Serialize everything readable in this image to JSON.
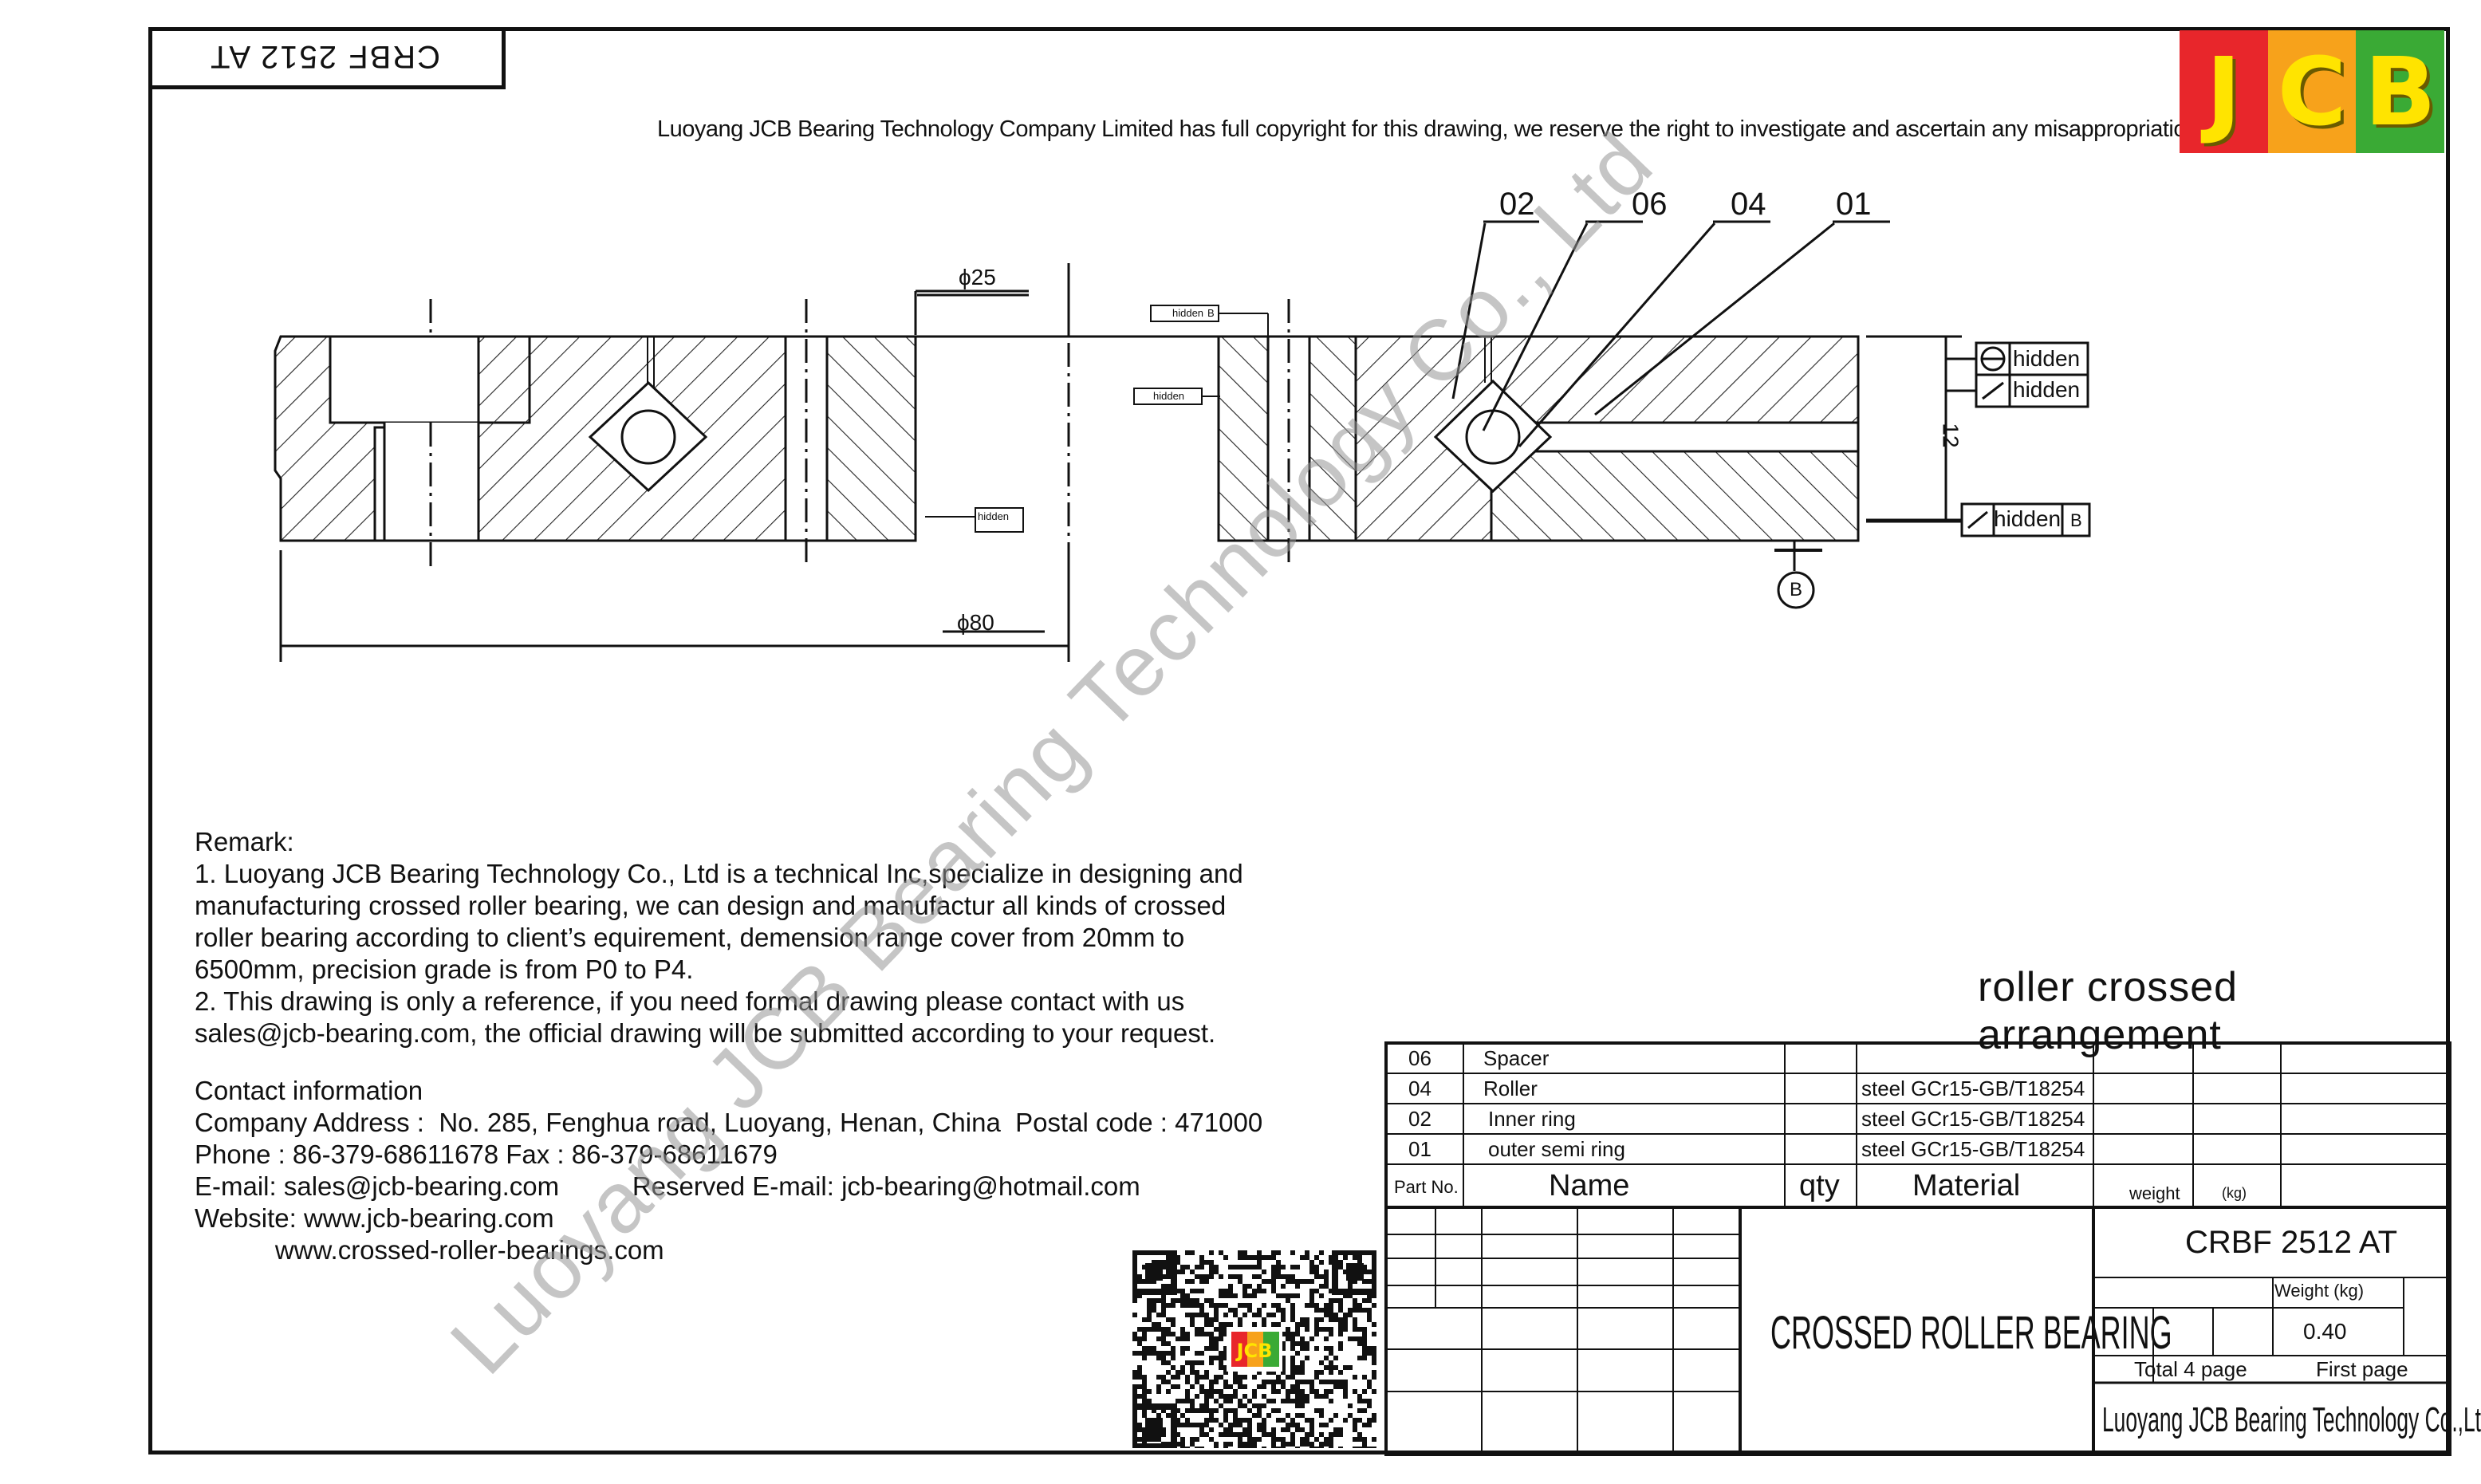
{
  "drawing": {
    "code_rotated": "CRBF 2512 AT",
    "copyright": "Luoyang JCB Bearing Technology Company Limited has full copyright for this drawing, we reserve the right to investigate and ascertain any misappropriation immorally",
    "logo": [
      "J",
      "C",
      "B"
    ],
    "logo_colors": [
      "#e8262b",
      "#f7a21b",
      "#3aaa35"
    ],
    "watermark": "Luoyang JCB Bearing Technology Co., Ltd"
  },
  "callouts": [
    "02",
    "06",
    "04",
    "01"
  ],
  "dimensions": {
    "inner_dia": "ϕ25",
    "outer_dia": "ϕ80",
    "height": "12",
    "datum": "B"
  },
  "tolerances": [
    {
      "symbol": "circle",
      "text": "hidden"
    },
    {
      "symbol": "slash",
      "text": "hidden"
    },
    {
      "symbol": "slash",
      "text": "hidden",
      "ref": "B"
    }
  ],
  "small_tolerances": [
    {
      "text": "hidden",
      "ref": "B"
    },
    {
      "text": "hidden"
    },
    {
      "text": "hidden"
    }
  ],
  "remarks": [
    "Remark:",
    "1. Luoyang JCB Bearing Technology Co., Ltd is a technical Inc,specialize in designing and",
    "manufacturing crossed roller bearing, we can design and manufactur all kinds of crossed",
    "roller bearing according to client’s equirement, demension range cover from 20mm to",
    "6500mm, precision grade is from P0 to P4.",
    "2. This drawing is only a reference, if you need formal drawing please contact with us",
    "sales@jcb-bearing.com, the official drawing will be submitted according to your request."
  ],
  "contact": [
    "Contact information",
    "Company Address :  No. 285, Fenghua road, Luoyang, Henan, China  Postal code : 471000",
    "Phone : 86-379-68611678 Fax : 86-379-68611679",
    "E-mail: sales@jcb-bearing.com          Reserved E-mail: jcb-bearing@hotmail.com",
    "Website: www.jcb-bearing.com",
    "           www.crossed-roller-bearings.com"
  ],
  "arrangement": "roller crossed arrangement",
  "parts": [
    {
      "no": "06",
      "name": "Spacer",
      "material": ""
    },
    {
      "no": "04",
      "name": "Roller",
      "material": "steel GCr15-GB/T18254"
    },
    {
      "no": "02",
      "name": "Inner ring",
      "material": "steel GCr15-GB/T18254"
    },
    {
      "no": "01",
      "name": "outer semi ring",
      "material": "steel GCr15-GB/T18254"
    }
  ],
  "headers": {
    "part_no": "Part No.",
    "name": "Name",
    "qty": "qty",
    "material": "Material",
    "weight": "weight",
    "weight_unit": "(kg)"
  },
  "title_block": {
    "product_type": "CROSSED ROLLER BEARING",
    "model": "CRBF 2512 AT",
    "weight_label": "Weight (kg)",
    "weight_value": "0.40",
    "total": "Total 4 page",
    "first": "First page",
    "company": "Luoyang JCB Bearing Technology Co.,Ltd"
  },
  "qr_logo": "JCB"
}
